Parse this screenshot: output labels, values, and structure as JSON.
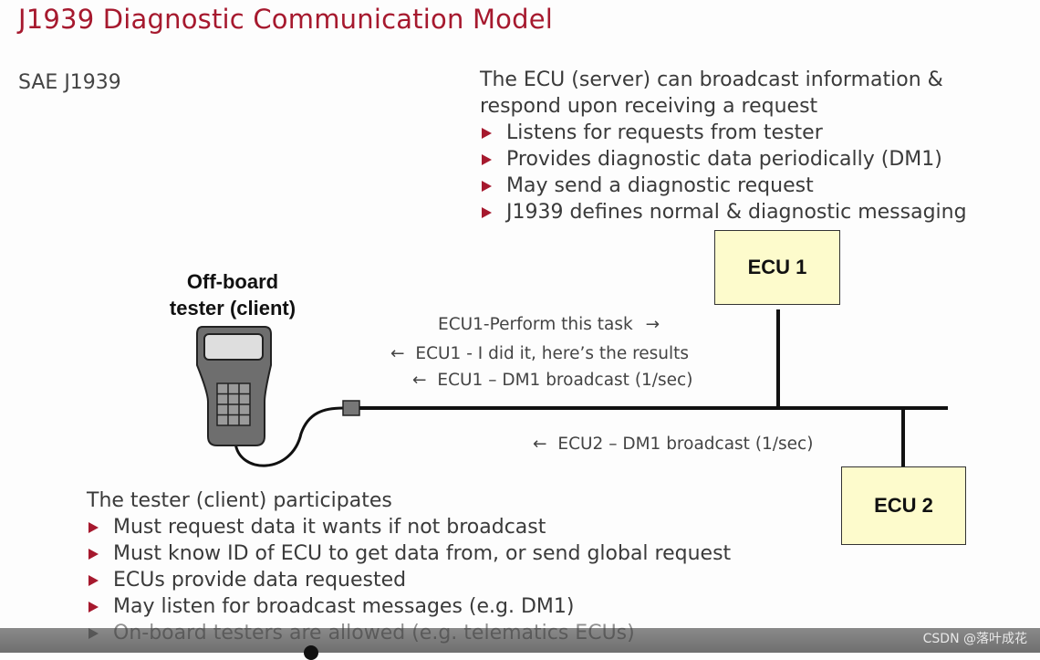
{
  "title": "J1939 Diagnostic Communication Model",
  "subtitle": "SAE J1939",
  "ecu_section": {
    "intro_line1": "The ECU (server) can broadcast information &",
    "intro_line2": "respond upon receiving a request",
    "bullets": [
      "Listens for requests from tester",
      "Provides diagnostic data periodically (DM1)",
      "May send a diagnostic request",
      "J1939 defines normal & diagnostic messaging"
    ]
  },
  "tester_label_line1": "Off-board",
  "tester_label_line2": "tester (client)",
  "ecu1_label": "ECU 1",
  "ecu2_label": "ECU 2",
  "messages": {
    "perform_task": "ECU1-Perform this task",
    "i_did_it": "ECU1 - I did it, here’s the results",
    "ecu1_dm1": "ECU1 – DM1 broadcast (1/sec)",
    "ecu2_dm1": "ECU2 – DM1 broadcast (1/sec)",
    "arrow_right": "→",
    "arrow_left": "←"
  },
  "tester_section": {
    "intro": "The tester (client) participates",
    "bullets": [
      "Must request data it wants if not broadcast",
      "Must know ID of ECU to get data from, or send global request",
      "ECUs provide data requested",
      "May listen for broadcast messages (e.g. DM1)",
      "On-board testers are allowed (e.g. telematics ECUs)"
    ]
  },
  "watermark": "CSDN @落叶成花",
  "colors": {
    "accent": "#a6192e",
    "ecu_fill": "#fdfbcc",
    "bus": "#111111"
  }
}
